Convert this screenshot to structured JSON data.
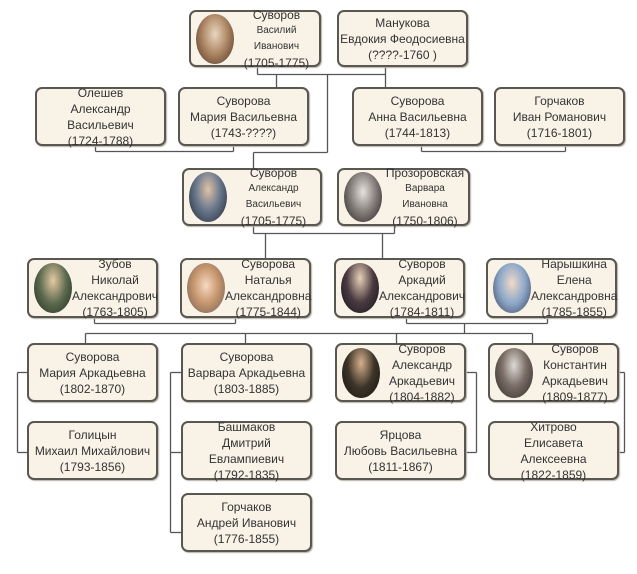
{
  "people": [
    {
      "id": "vasily",
      "lines": [
        "Суворов",
        "Василий Иванович",
        "(1705-1775)"
      ],
      "small_line": 1,
      "portrait": "p-vasily"
    },
    {
      "id": "manukova",
      "lines": [
        "Манукова",
        "Евдокия Феодосиевна",
        "(????-1760 )"
      ]
    },
    {
      "id": "oleshev",
      "lines": [
        "Олешев",
        "Александр Васильевич",
        "(1724-1788)"
      ]
    },
    {
      "id": "maria_v",
      "lines": [
        "Суворова",
        "Мария Васильевна",
        "(1743-????)"
      ]
    },
    {
      "id": "anna_v",
      "lines": [
        "Суворова",
        "Анна Васильевна",
        "(1744-1813)"
      ]
    },
    {
      "id": "gorchakov_i",
      "lines": [
        "Горчаков",
        "Иван Романович",
        "(1716-1801)"
      ]
    },
    {
      "id": "alexander_v",
      "lines": [
        "Суворов",
        "Александр Васильевич",
        "(1705-1775)"
      ],
      "small_line": 1,
      "portrait": "p-alexander"
    },
    {
      "id": "prozorovskaya",
      "lines": [
        "Прозоровская",
        "Варвара Ивановна",
        "(1750-1806)"
      ],
      "small_line": 1,
      "portrait": "p-varvara"
    },
    {
      "id": "zubov",
      "lines": [
        "Зубов",
        "Николай",
        "Александрович",
        "(1763-1805)"
      ],
      "portrait": "p-zubov"
    },
    {
      "id": "natalia",
      "lines": [
        "Суворова",
        "Наталья",
        "Александровна",
        "(1775-1844)"
      ],
      "portrait": "p-natalia"
    },
    {
      "id": "arkadiy",
      "lines": [
        "Суворов",
        "Аркадий",
        "Александрович",
        "(1784-1811)"
      ],
      "portrait": "p-arkadiy"
    },
    {
      "id": "naryshkina",
      "lines": [
        "Нарышкина",
        "Елена",
        "Александровна",
        "(1785-1855)"
      ],
      "portrait": "p-elena"
    },
    {
      "id": "maria_a",
      "lines": [
        "Суворова",
        "Мария Аркадьевна",
        "(1802-1870)"
      ]
    },
    {
      "id": "varvara_a",
      "lines": [
        "Суворова",
        "Варвара Аркадьевна",
        "(1803-1885)"
      ]
    },
    {
      "id": "alexandr_a",
      "lines": [
        "Суворов",
        "Александр",
        "Аркадьевич",
        "(1804-1882)"
      ],
      "portrait": "p-alexandr2"
    },
    {
      "id": "konstantin_a",
      "lines": [
        "Суворов",
        "Константин",
        "Аркадьевич",
        "(1809-1877)"
      ],
      "portrait": "p-konstantin"
    },
    {
      "id": "golitsyn",
      "lines": [
        "Голицын",
        "Михаил Михайлович",
        "(1793-1856)"
      ]
    },
    {
      "id": "bashmakov",
      "lines": [
        "Башмаков",
        "Дмитрий Евлампиевич",
        "(1792-1835)"
      ]
    },
    {
      "id": "yartsova",
      "lines": [
        "Ярцова",
        "Любовь Васильевна",
        "(1811-1867)"
      ]
    },
    {
      "id": "khitrovo",
      "lines": [
        "Хитрово",
        "Елисавета  Алексеевна",
        "(1822-1859)"
      ]
    },
    {
      "id": "gorchakov_a",
      "lines": [
        "Горчаков",
        "Андрей  Иванович",
        "(1776-1855)"
      ]
    }
  ],
  "colors": {
    "box_fill": "#f8f2e7",
    "box_border": "#5a5650",
    "line": "#555555"
  }
}
